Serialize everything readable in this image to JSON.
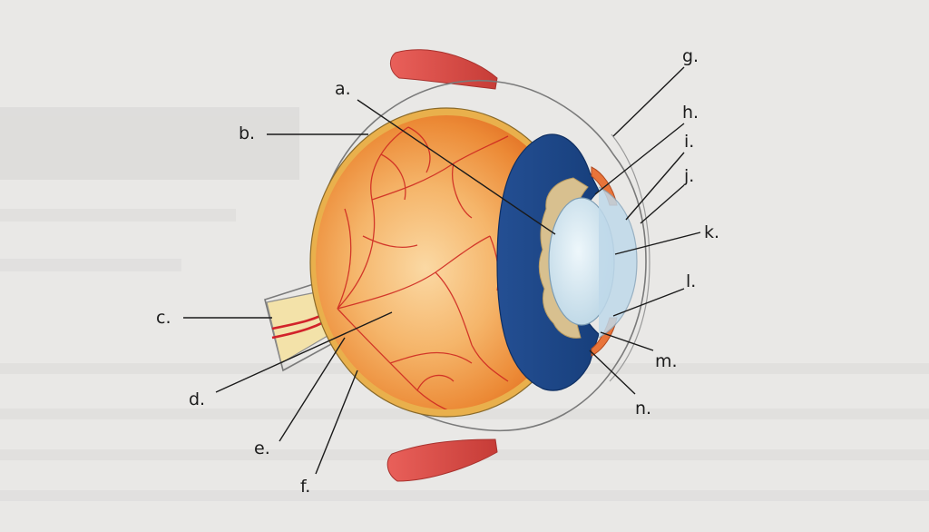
{
  "diagram": {
    "labels": {
      "a": "a.",
      "b": "b.",
      "c": "c.",
      "d": "d.",
      "e": "e.",
      "f": "f.",
      "g": "g.",
      "h": "h.",
      "i": "i.",
      "j": "j.",
      "k": "k.",
      "l": "l.",
      "m": "m.",
      "n": "n."
    }
  },
  "colors": {
    "page_background": "#e9e8e6",
    "muscle": "#d9534a",
    "retina_orange": "#e8742a",
    "vitreous_light": "#f7c27c",
    "choroid_blue": "#1c4e93",
    "ciliary_tan": "#d8c08f",
    "lens": "#cfe3ef",
    "blood_vessel": "#d2232a",
    "optic_nerve": "#f3e2a9",
    "leader_line": "#1a1a1a"
  }
}
